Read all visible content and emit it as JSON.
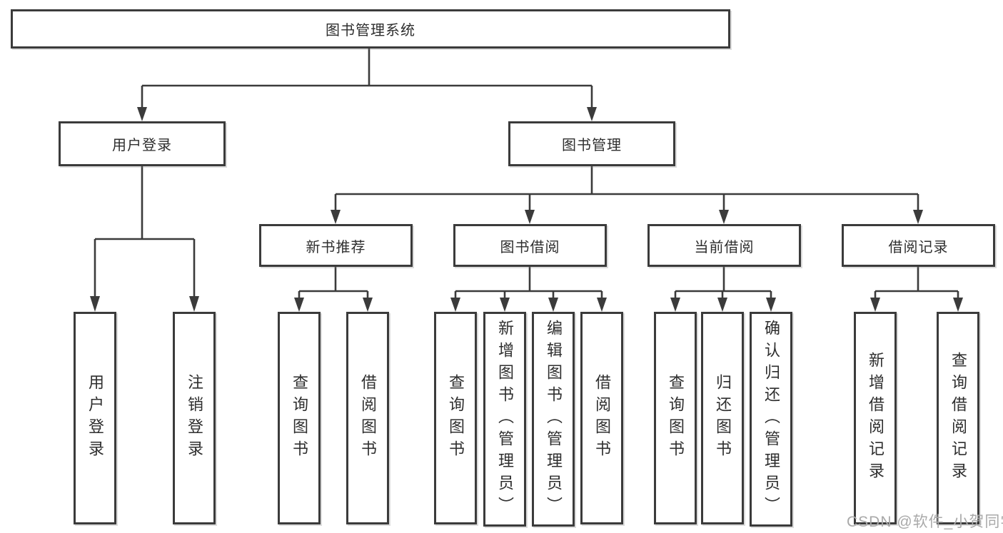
{
  "diagram": {
    "title": "图书管理系统",
    "tree": {
      "root": {
        "label": "图书管理系统",
        "children": [
          {
            "label": "用户登录",
            "children": [
              {
                "label": "用户登录"
              },
              {
                "label": "注销登录"
              }
            ]
          },
          {
            "label": "图书管理",
            "children": [
              {
                "label": "新书推荐",
                "children": [
                  {
                    "label": "查询图书"
                  },
                  {
                    "label": "借阅图书"
                  }
                ]
              },
              {
                "label": "图书借阅",
                "children": [
                  {
                    "label": "查询图书"
                  },
                  {
                    "label": "新增图书（管理员）"
                  },
                  {
                    "label": "编辑图书（管理员）"
                  },
                  {
                    "label": "借阅图书"
                  }
                ]
              },
              {
                "label": "当前借阅",
                "children": [
                  {
                    "label": "查询图书"
                  },
                  {
                    "label": "归还图书"
                  },
                  {
                    "label": "确认归还（管理员）"
                  }
                ]
              },
              {
                "label": "借阅记录",
                "children": [
                  {
                    "label": "新增借阅记录"
                  },
                  {
                    "label": "查询借阅记录"
                  }
                ]
              }
            ]
          }
        ]
      }
    },
    "colors": {
      "line": "#3b3b3b",
      "text": "#2e2e2e",
      "watermark": "#a9a9a9",
      "background": "#ffffff"
    }
  },
  "watermark": {
    "text": "CSDN @软件_小贺同学"
  }
}
